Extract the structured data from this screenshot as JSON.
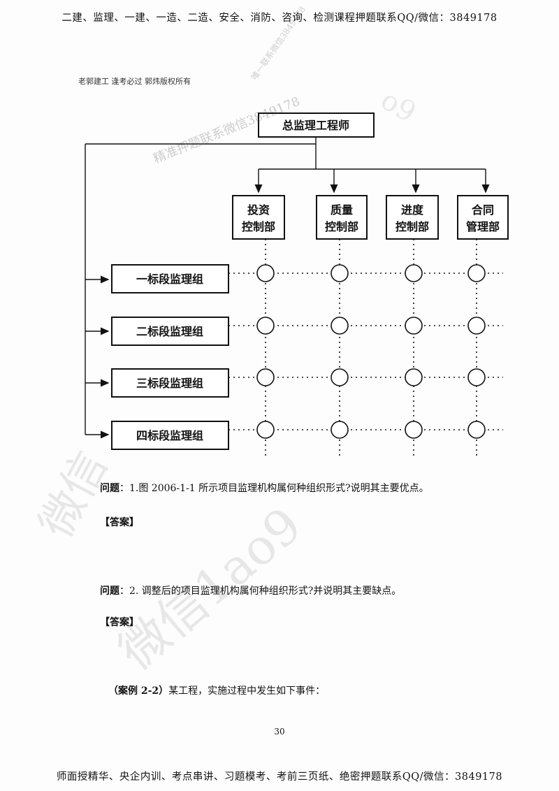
{
  "header": {
    "text": "二建、监理、一建、一造、二造、安全、消防、咨询、检测课程押题联系QQ/微信：3849178"
  },
  "credit": {
    "text": "老郭建工 逢考必过 郭炜版权所有"
  },
  "watermarks": {
    "top": "唯一联系微信3849178",
    "mid": "精准押题联系微信3849178",
    "big1": "微信",
    "big2": "微信1ao9",
    "right": "o9"
  },
  "diagram": {
    "chief": "总监理工程师",
    "departments": [
      {
        "line1": "投资",
        "line2": "控制部"
      },
      {
        "line1": "质量",
        "line2": "控制部"
      },
      {
        "line1": "进度",
        "line2": "控制部"
      },
      {
        "line1": "合同",
        "line2": "管理部"
      }
    ],
    "groups": [
      "一标段监理组",
      "二标段监理组",
      "三标段监理组",
      "四标段监理组"
    ]
  },
  "question1": {
    "label": "问题",
    "text": "：1.图 2006-1-1 所示项目监理机构属何种组织形式?说明其主要优点。"
  },
  "answer1": "【答案】",
  "question2": {
    "label": "问题",
    "text": "：2. 调整后的项目监理机构属何种组织形式?并说明其主要缺点。"
  },
  "answer2": "【答案】",
  "case": {
    "label": "（案例 2-2）",
    "text": "某工程，实施过程中发生如下事件："
  },
  "page_number": "30",
  "footer": {
    "text": "师面授精华、央企内训、考点串讲、习题模考、考前三页纸、绝密押题联系QQ/微信：3849178"
  }
}
